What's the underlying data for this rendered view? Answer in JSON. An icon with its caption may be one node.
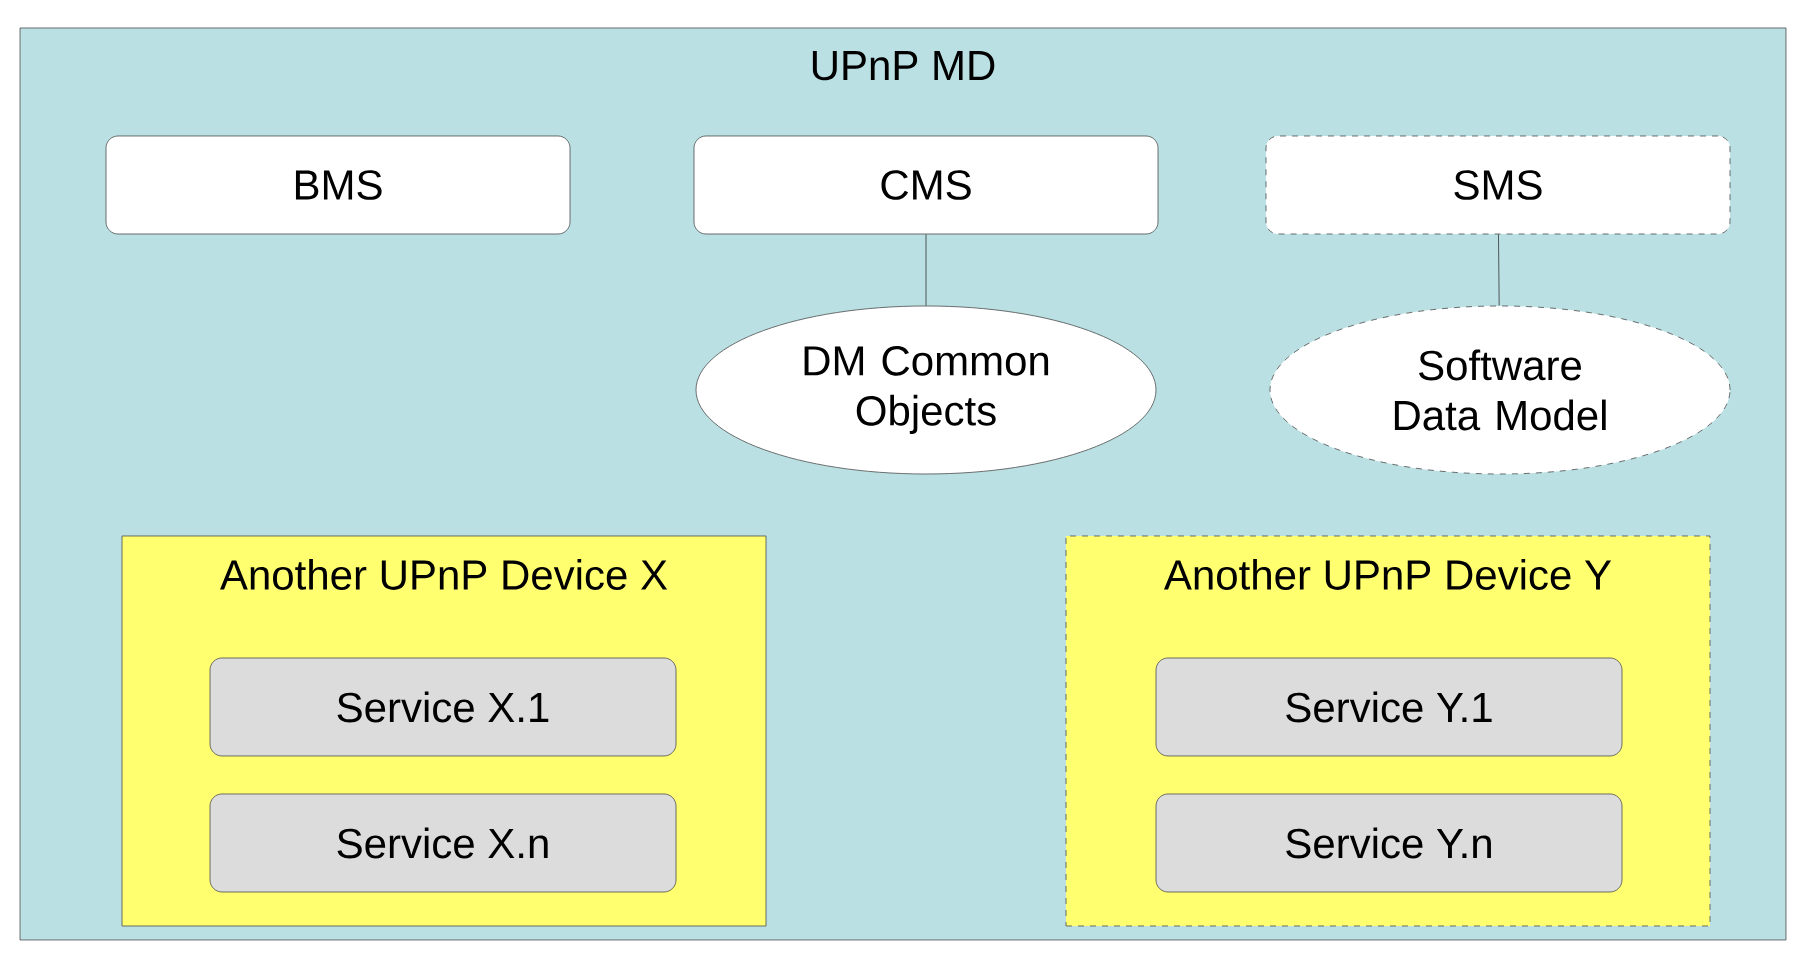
{
  "diagram": {
    "nodes": [
      {
        "text": [
          "UPnP MD"
        ]
      },
      {
        "text": [
          "BMS"
        ],
        "in": 0
      },
      {
        "text": [
          "CMS"
        ],
        "in": 0
      },
      {
        "text": [
          "SMS"
        ],
        "in": 0
      },
      {
        "text": [
          "DM Common Objects"
        ],
        "in": 0
      },
      {
        "text": [
          "Software Data Model"
        ],
        "in": 0
      },
      {
        "text": [
          "Another UPnP Device X"
        ],
        "in": 0
      },
      {
        "text": [
          "Service X.1"
        ],
        "in": 6
      },
      {
        "text": [
          "Service X.n"
        ],
        "in": 6
      },
      {
        "text": [
          "Another UPnP Device Y"
        ],
        "in": 0
      },
      {
        "text": [
          "Service Y.1"
        ],
        "in": 9
      },
      {
        "text": [
          "Service Y.n"
        ],
        "in": 9
      }
    ],
    "edges": [
      {
        "from": 2,
        "to": 4,
        "arrow": "none"
      },
      {
        "from": 3,
        "to": 5,
        "arrow": "none"
      }
    ]
  }
}
